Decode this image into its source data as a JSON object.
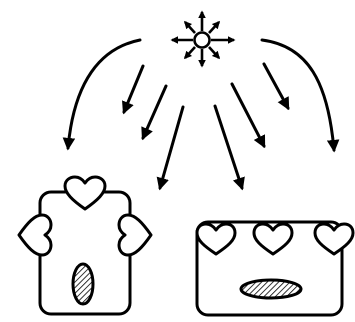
{
  "diagram": {
    "colors": {
      "stroke": "#000000",
      "fill": "#ffffff"
    },
    "light_source": {
      "icon": "light-source-icon",
      "ray_count": 8
    },
    "arrows": {
      "count": 8,
      "icon": "arrow-down-icon"
    },
    "cells": [
      {
        "id": "tall-cell",
        "icon": "tall-cell-icon",
        "heart_count": 3,
        "nucleus": "hatched-oval"
      },
      {
        "id": "wide-cell",
        "icon": "wide-cell-icon",
        "heart_count": 3,
        "nucleus": "hatched-oval"
      }
    ]
  }
}
